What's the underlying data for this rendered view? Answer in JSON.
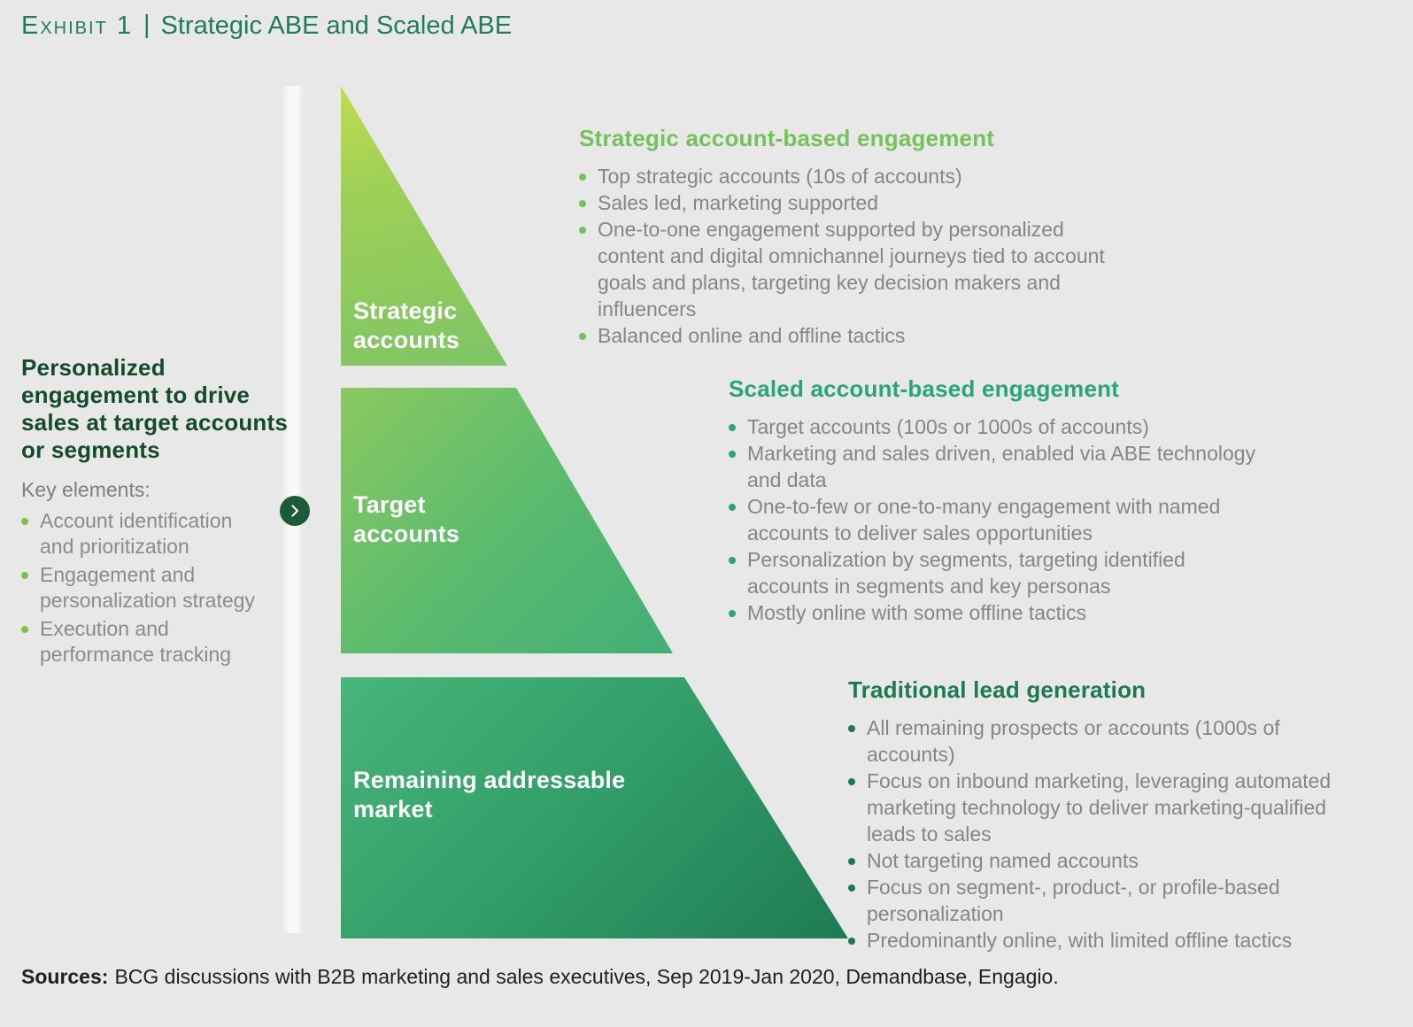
{
  "title": {
    "exhibit": "Exhibit 1",
    "separator": "|",
    "text": "Strategic ABE and Scaled ABE"
  },
  "left_panel": {
    "heading": "Personalized engagement to drive sales at target accounts or segments",
    "subheading": "Key elements:",
    "bullets": [
      "Account identification and prioritization",
      "Engagement and personalization strategy",
      "Execution and performance tracking"
    ],
    "bullet_color": "#7bc24a",
    "heading_color": "#154a2c"
  },
  "connector": {
    "icon": "chevron-right",
    "circle_color": "#1a5b38"
  },
  "pyramid": {
    "segments": [
      {
        "label": "Strategic accounts",
        "gradient_top": "#c0dc4e",
        "gradient_bottom": "#7ec465"
      },
      {
        "label": "Target accounts",
        "gradient_top": "#8bc960",
        "gradient_bottom": "#42ae76"
      },
      {
        "label": "Remaining addressable market",
        "gradient_top": "#47b679",
        "gradient_bottom": "#1f7a53"
      }
    ]
  },
  "sections": [
    {
      "heading": "Strategic account-based engagement",
      "color": "#75c25a",
      "bullets": [
        "Top strategic accounts (10s of accounts)",
        "Sales led, marketing supported",
        "One-to-one engagement supported by personalized content and digital omnichannel journeys tied to account goals and plans, targeting key decision makers and influencers",
        "Balanced online and offline tactics"
      ]
    },
    {
      "heading": "Scaled account-based engagement",
      "color": "#2aa47c",
      "bullets": [
        "Target accounts (100s or 1000s of accounts)",
        "Marketing and sales driven, enabled via ABE technology and data",
        "One-to-few or one-to-many engagement with named accounts to deliver sales opportunities",
        "Personalization by segments, targeting identified accounts in segments and key personas",
        "Mostly online with some offline tactics"
      ]
    },
    {
      "heading": "Traditional lead generation",
      "color": "#1b7a52",
      "bullets": [
        "All remaining prospects or accounts (1000s of accounts)",
        "Focus on inbound marketing, leveraging automated marketing technology to deliver marketing-qualified leads to sales",
        "Not targeting named accounts",
        "Focus on segment-, product-, or profile-based personalization",
        "Predominantly online, with limited offline tactics"
      ]
    }
  ],
  "footer": {
    "label": "Sources:",
    "text": "BCG discussions with B2B marketing and sales executives, Sep 2019-Jan 2020, Demandbase, Engagio."
  }
}
